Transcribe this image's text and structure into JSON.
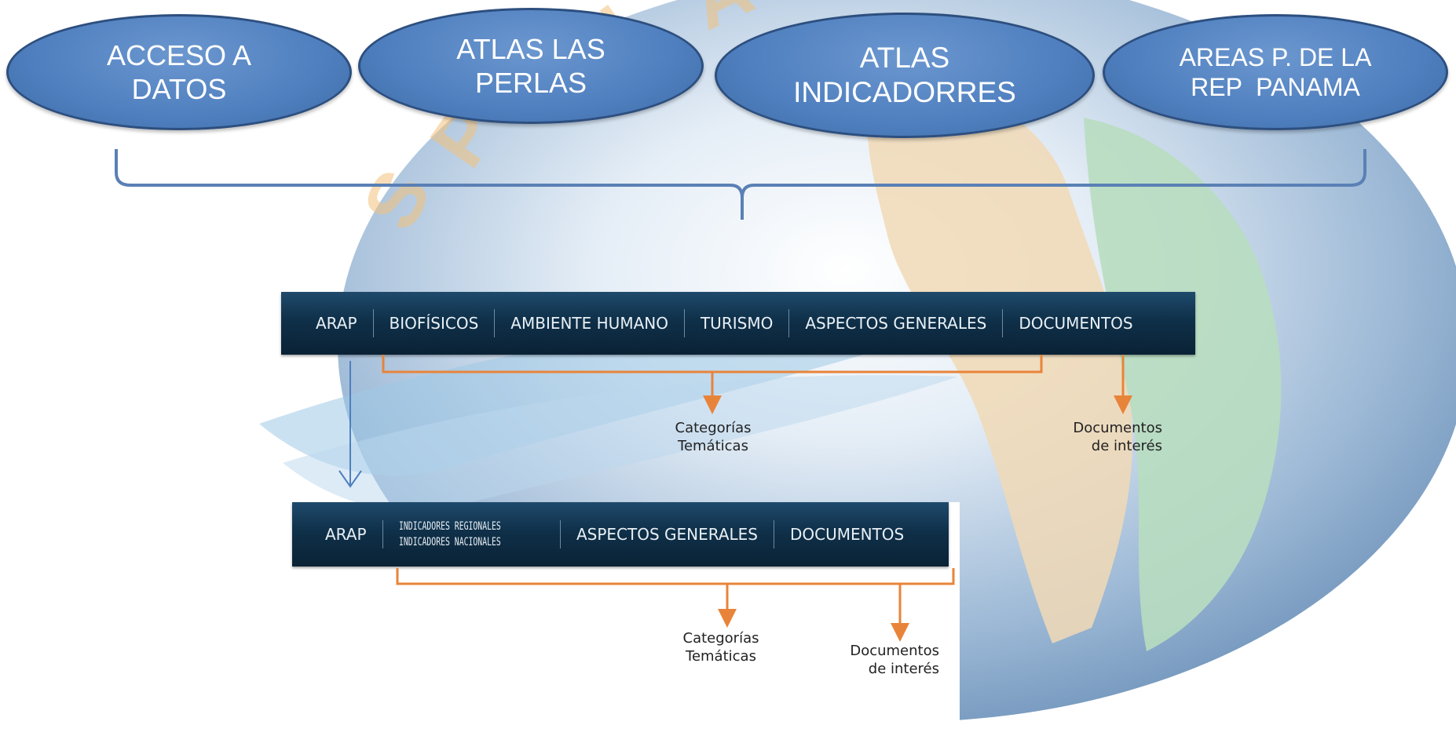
{
  "top_ovals": [
    {
      "line1": "ACCESO A",
      "line2": "DATOS"
    },
    {
      "line1": "ATLAS LAS",
      "line2": "PERLAS"
    },
    {
      "line1": "ATLAS",
      "line2": "INDICADORRES"
    },
    {
      "line1": "AREAS P. DE LA",
      "line2": "REP  PANAMA"
    }
  ],
  "navbar1": {
    "items": [
      "ARAP",
      "BIOFÍSICOS",
      "AMBIENTE HUMANO",
      "TURISMO",
      "ASPECTOS GENERALES",
      "DOCUMENTOS"
    ]
  },
  "annotations1": {
    "categorias": {
      "line1": "Categorías",
      "line2": "Temáticas"
    },
    "documentos": {
      "line1": "Documentos",
      "line2": "de interés"
    }
  },
  "navbar2": {
    "arap": "ARAP",
    "indicadores_regionales": "INDICADORES REGIONALES",
    "indicadores_nacionales": "INDICADORES NACIONALES",
    "aspectos": "ASPECTOS GENERALES",
    "documentos": "DOCUMENTOS"
  },
  "annotations2": {
    "categorias": {
      "line1": "Categorías",
      "line2": "Temáticas"
    },
    "documentos": {
      "line1": "Documentos",
      "line2": "de interés"
    }
  },
  "colors": {
    "oval_fill": "#4f7fbf",
    "brace": "#5a80b5",
    "orange": "#e8843a",
    "navbar": "#0f3049"
  }
}
